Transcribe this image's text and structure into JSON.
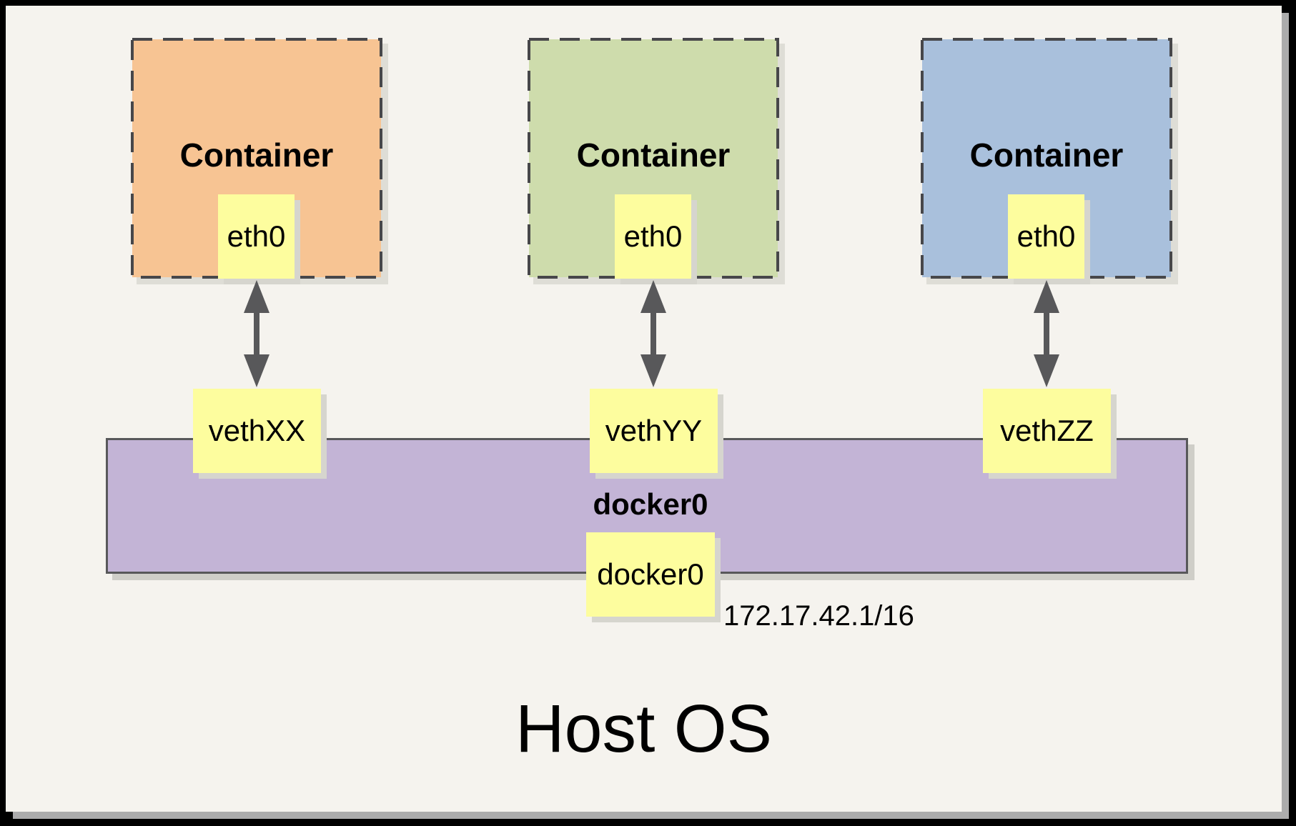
{
  "host": {
    "label": "Host OS"
  },
  "bridge": {
    "name": "docker0",
    "interface_box_label": "docker0",
    "ip_cidr": "172.17.42.1/16",
    "color": "#C3B4D6"
  },
  "containers": [
    {
      "label": "Container",
      "interface": "eth0",
      "veth": "vethXX",
      "fill": "#F7C493"
    },
    {
      "label": "Container",
      "interface": "eth0",
      "veth": "vethYY",
      "fill": "#CEDCAC"
    },
    {
      "label": "Container",
      "interface": "eth0",
      "veth": "vethZZ",
      "fill": "#A9C0DC"
    }
  ],
  "colors": {
    "panel_background": "#F5F3EE",
    "frame": "#000000",
    "note_yellow": "#FDFD9E",
    "dashed_border": "#47474A",
    "arrow": "#58585A",
    "panel_shadow": "#ACACAC"
  }
}
